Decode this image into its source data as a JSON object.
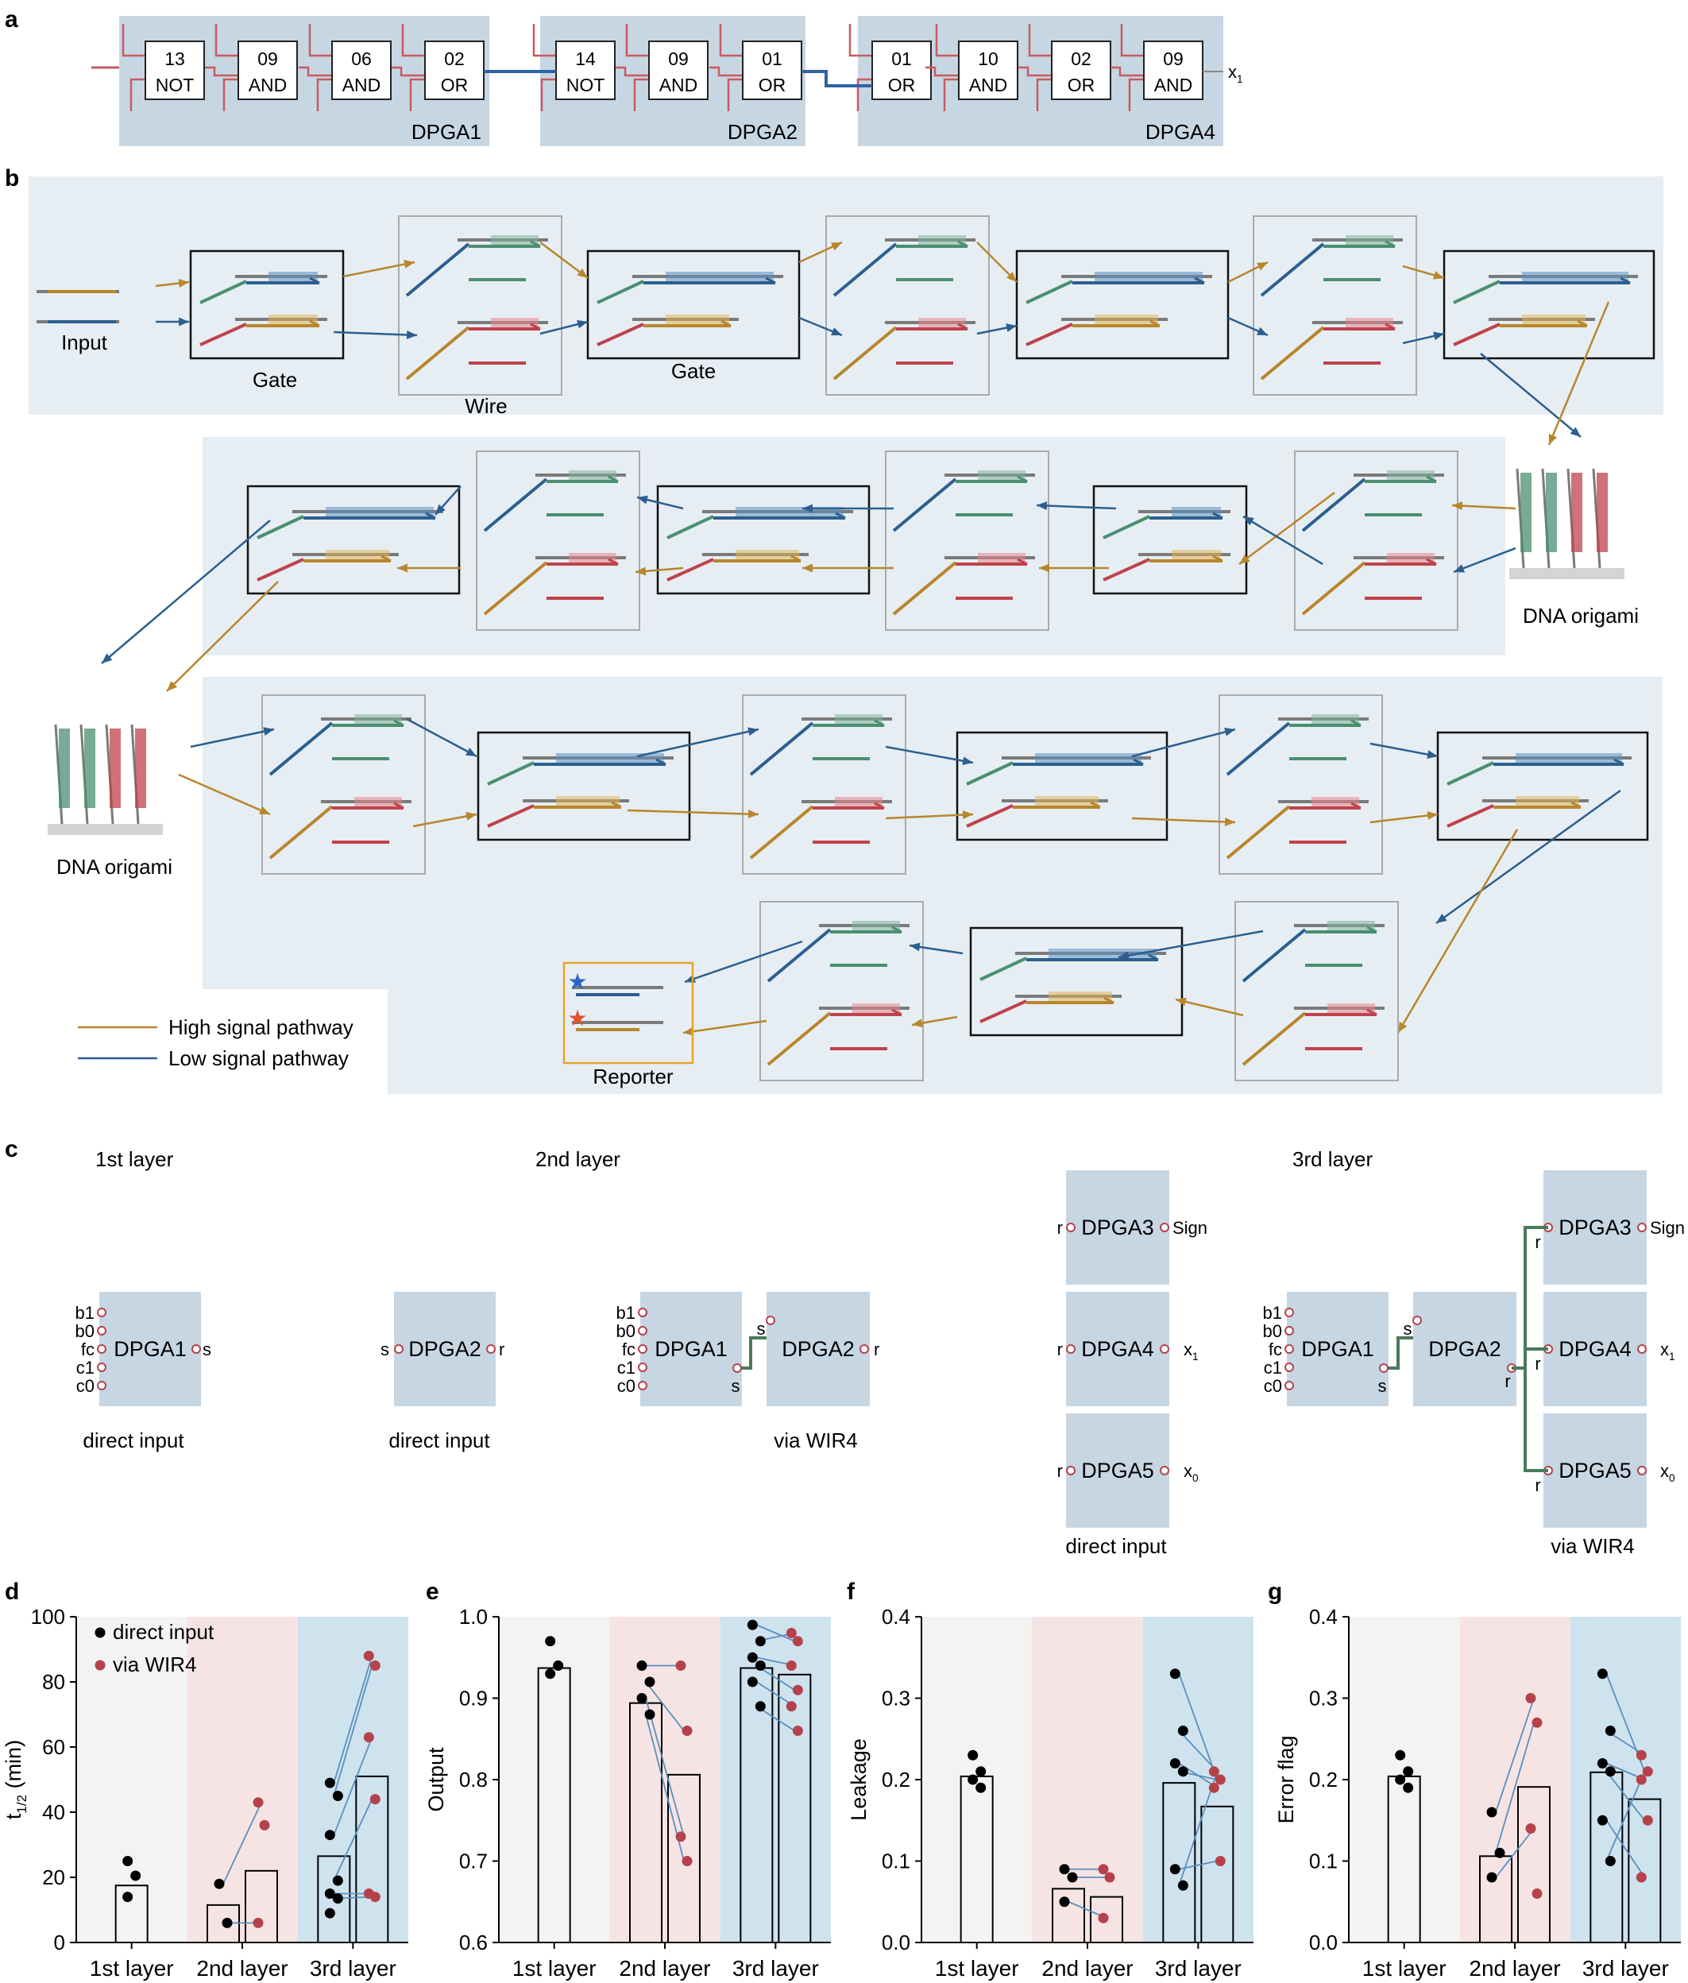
{
  "panels": {
    "a": "a",
    "b": "b",
    "c": "c",
    "d": "d",
    "e": "e",
    "f": "f",
    "g": "g"
  },
  "panel_a": {
    "dpgas": [
      {
        "name": "DPGA1",
        "gates": [
          [
            "13",
            "NOT"
          ],
          [
            "09",
            "AND"
          ],
          [
            "06",
            "AND"
          ],
          [
            "02",
            "OR"
          ]
        ]
      },
      {
        "name": "DPGA2",
        "gates": [
          [
            "14",
            "NOT"
          ],
          [
            "09",
            "AND"
          ],
          [
            "01",
            "OR"
          ]
        ]
      },
      {
        "name": "DPGA4",
        "gates": [
          [
            "01",
            "OR"
          ],
          [
            "10",
            "AND"
          ],
          [
            "02",
            "OR"
          ],
          [
            "09",
            "AND"
          ]
        ]
      }
    ],
    "output_label": "x",
    "output_sub": "1"
  },
  "panel_b": {
    "input_label": "Input",
    "gate_label": "Gate",
    "wire_label": "Wire",
    "origami_label": "DNA origami",
    "reporter_label": "Reporter",
    "legend": {
      "high": "High signal pathway",
      "low": "Low signal pathway"
    },
    "colors": {
      "high": "#b8862b",
      "low": "#2c5f8f",
      "green": "#4a8f6f",
      "red": "#c0424b",
      "bg": "#e6eef4"
    }
  },
  "panel_c": {
    "layers": [
      "1st layer",
      "2nd layer",
      "3rd layer"
    ],
    "dpga": {
      "d1": "DPGA1",
      "d2": "DPGA2",
      "d3": "DPGA3",
      "d4": "DPGA4",
      "d5": "DPGA5"
    },
    "inputs": [
      "b1",
      "b0",
      "fc",
      "c1",
      "c0"
    ],
    "s": "s",
    "r": "r",
    "sign": "Sign",
    "x": "x",
    "sub1": "1",
    "sub0": "0",
    "direct": "direct input",
    "via": "via WIR4"
  },
  "chart_data": [
    {
      "type": "bar",
      "panel": "d",
      "ylabel": "t",
      "ylabel_sub": "1/2",
      "ylabel_unit": " (min)",
      "ylim": [
        0,
        100
      ],
      "yticks": [
        0,
        20,
        40,
        60,
        80,
        100
      ],
      "categories": [
        "1st layer",
        "2nd layer",
        "3rd layer"
      ],
      "legend": [
        {
          "name": "direct input",
          "color": "#000000"
        },
        {
          "name": "via WIR4",
          "color": "#b5424b"
        }
      ],
      "bars": {
        "direct": [
          17.5,
          11.5,
          26.5
        ],
        "via": [
          null,
          22,
          51
        ]
      },
      "points_direct": [
        [
          25,
          20.5,
          14
        ],
        [
          18,
          6
        ],
        [
          49,
          45,
          33,
          19,
          15,
          13.5,
          9
        ]
      ],
      "points_via": [
        [],
        [
          43,
          36,
          6
        ],
        [
          88,
          85,
          63,
          44,
          15,
          14
        ]
      ],
      "pairs": [
        [],
        [
          [
            18,
            43
          ],
          [
            6,
            6
          ]
        ],
        [
          [
            49,
            88
          ],
          [
            45,
            85
          ],
          [
            33,
            63
          ],
          [
            19,
            44
          ],
          [
            15,
            15
          ],
          [
            13.5,
            14
          ]
        ]
      ]
    },
    {
      "type": "bar",
      "panel": "e",
      "ylabel": "Output",
      "ylim": [
        0.6,
        1.0
      ],
      "yticks": [
        0.6,
        0.7,
        0.8,
        0.9,
        1.0
      ],
      "categories": [
        "1st layer",
        "2nd layer",
        "3rd layer"
      ],
      "bars": {
        "direct": [
          0.937,
          0.894,
          0.937
        ],
        "via": [
          null,
          0.806,
          0.929
        ]
      },
      "points_direct": [
        [
          0.97,
          0.94,
          0.93
        ],
        [
          0.94,
          0.92,
          0.9,
          0.88
        ],
        [
          0.99,
          0.97,
          0.95,
          0.94,
          0.92,
          0.89
        ]
      ],
      "points_via": [
        [],
        [
          0.94,
          0.86,
          0.73,
          0.7
        ],
        [
          0.98,
          0.97,
          0.94,
          0.91,
          0.89,
          0.86
        ]
      ],
      "pairs": [
        [],
        [
          [
            0.94,
            0.94
          ],
          [
            0.92,
            0.86
          ],
          [
            0.9,
            0.73
          ],
          [
            0.88,
            0.7
          ]
        ],
        [
          [
            0.99,
            0.97
          ],
          [
            0.97,
            0.98
          ],
          [
            0.95,
            0.94
          ],
          [
            0.94,
            0.91
          ],
          [
            0.92,
            0.89
          ],
          [
            0.89,
            0.86
          ]
        ]
      ]
    },
    {
      "type": "bar",
      "panel": "f",
      "ylabel": "Leakage",
      "ylim": [
        0,
        0.4
      ],
      "yticks": [
        0,
        0.1,
        0.2,
        0.3,
        0.4
      ],
      "categories": [
        "1st layer",
        "2nd layer",
        "3rd layer"
      ],
      "bars": {
        "direct": [
          0.204,
          0.066,
          0.196
        ],
        "via": [
          null,
          0.056,
          0.167
        ]
      },
      "points_direct": [
        [
          0.23,
          0.21,
          0.2,
          0.19
        ],
        [
          0.09,
          0.08,
          0.05
        ],
        [
          0.33,
          0.26,
          0.22,
          0.21,
          0.09,
          0.07
        ]
      ],
      "points_via": [
        [],
        [
          0.09,
          0.08,
          0.03
        ],
        [
          0.21,
          0.2,
          0.19,
          0.1
        ]
      ],
      "pairs": [
        [],
        [
          [
            0.09,
            0.09
          ],
          [
            0.08,
            0.08
          ],
          [
            0.05,
            0.03
          ]
        ],
        [
          [
            0.33,
            0.2
          ],
          [
            0.26,
            0.21
          ],
          [
            0.22,
            0.19
          ],
          [
            0.21,
            0.2
          ],
          [
            0.09,
            0.1
          ],
          [
            0.07,
            0.21
          ]
        ]
      ]
    },
    {
      "type": "bar",
      "panel": "g",
      "ylabel": "Error flag",
      "ylim": [
        0,
        0.4
      ],
      "yticks": [
        0,
        0.1,
        0.2,
        0.3,
        0.4
      ],
      "categories": [
        "1st layer",
        "2nd layer",
        "3rd layer"
      ],
      "bars": {
        "direct": [
          0.204,
          0.106,
          0.209
        ],
        "via": [
          null,
          0.191,
          0.176
        ]
      },
      "points_direct": [
        [
          0.23,
          0.21,
          0.2,
          0.19
        ],
        [
          0.16,
          0.11,
          0.08
        ],
        [
          0.33,
          0.26,
          0.22,
          0.21,
          0.15,
          0.1
        ]
      ],
      "points_via": [
        [],
        [
          0.3,
          0.27,
          0.14,
          0.06
        ],
        [
          0.23,
          0.21,
          0.2,
          0.15,
          0.08
        ]
      ],
      "pairs": [
        [],
        [
          [
            0.16,
            0.3
          ],
          [
            0.11,
            0.27
          ],
          [
            0.08,
            0.14
          ]
        ],
        [
          [
            0.33,
            0.21
          ],
          [
            0.26,
            0.23
          ],
          [
            0.22,
            0.2
          ],
          [
            0.21,
            0.15
          ],
          [
            0.15,
            0.08
          ],
          [
            0.1,
            0.21
          ]
        ]
      ]
    }
  ]
}
